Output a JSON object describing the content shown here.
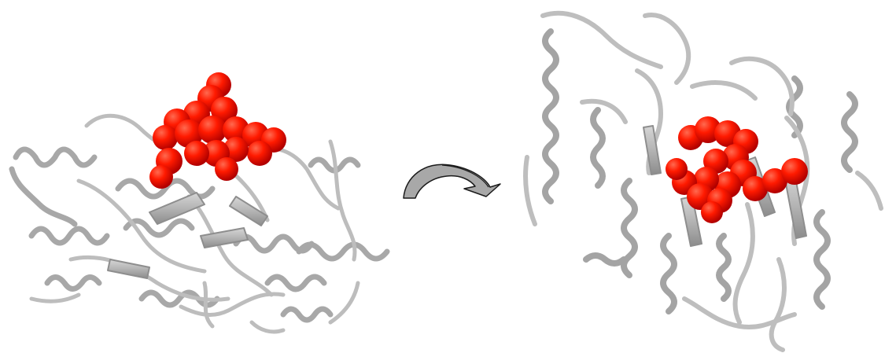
{
  "figure": {
    "panels": [
      {
        "id": "left-view",
        "subject": "protein-ribbon-structure",
        "ligand": "red-spacefill"
      },
      {
        "id": "right-view",
        "subject": "protein-ribbon-structure-rotated",
        "ligand": "red-spacefill"
      }
    ],
    "connector": {
      "icon": "curved-rotation-arrow-icon"
    },
    "colors": {
      "background": "#ffffff",
      "ribbon": "#b9b9b9",
      "ribbon_dark": "#8f8f8f",
      "ribbon_edge": "#6e6e6e",
      "ligand": "#ff1a00",
      "ligand_shadow": "#c00000",
      "arrow_fill": "#a8a8a8"
    }
  }
}
